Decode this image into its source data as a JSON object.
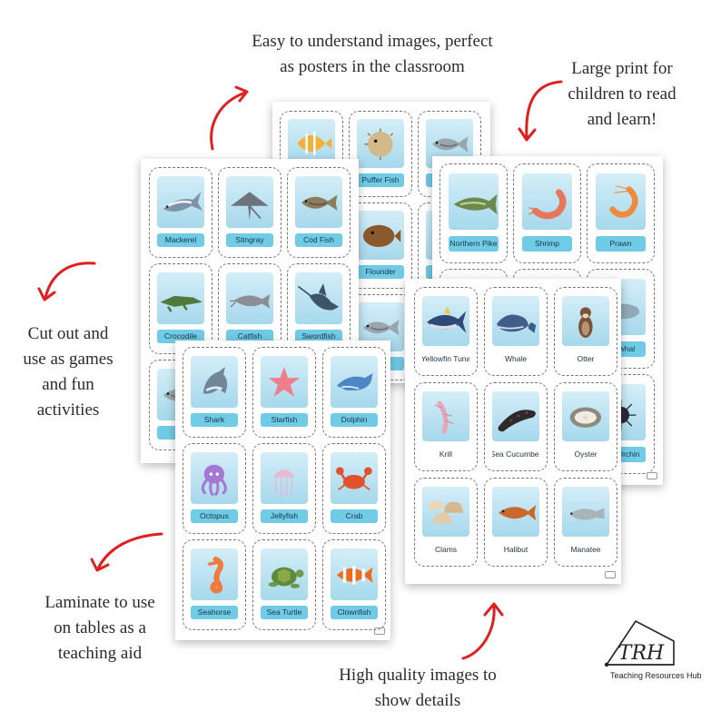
{
  "captions": {
    "top": [
      "Easy to understand images, perfect",
      "as posters in the classroom"
    ],
    "top_right": [
      "Large print for",
      "children to read",
      "and learn!"
    ],
    "left": [
      "Cut out and",
      "use as games",
      "and fun",
      "activities"
    ],
    "bottom_left": [
      "Laminate to use",
      "on tables as a",
      "teaching aid"
    ],
    "bottom": [
      "High quality images to",
      "show details"
    ]
  },
  "brand": {
    "name": "Teaching Resources Hub",
    "monogram": "TRH"
  },
  "colors": {
    "label_bg": "#6fcbe6",
    "arrow": "#e02020"
  },
  "sheets": {
    "back": {
      "labels": [
        "",
        "Puffer Fish",
        "",
        "",
        "Flounder",
        "",
        "",
        "",
        ""
      ]
    },
    "upper_left": {
      "labels": [
        "Mackerel",
        "Stingray",
        "Cod Fish",
        "Crocodile",
        "Catfish",
        "Swordfish",
        "",
        "",
        ""
      ]
    },
    "right": {
      "labels": [
        "Northern Pike",
        "Shrimp",
        "Prawn",
        "",
        "",
        "Narwhal",
        "",
        "",
        "Sea Urchin"
      ]
    },
    "front_left": {
      "labels": [
        "Shark",
        "Starfish",
        "Dolphin",
        "Octopus",
        "Jellyfish",
        "Crab",
        "Seahorse",
        "Sea Turtle",
        "Clownfish"
      ]
    },
    "front_right": {
      "labels": [
        "Yellowfin Tuna",
        "Whale",
        "Otter",
        "Krill",
        "Sea Cucumber",
        "Oyster",
        "Clams",
        "Halibut",
        "Manatee"
      ]
    }
  }
}
